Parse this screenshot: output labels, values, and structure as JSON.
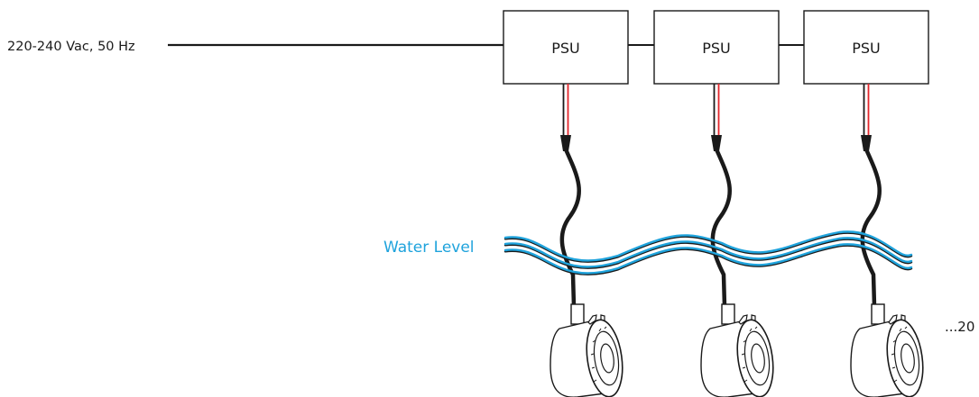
{
  "mains_label": "220-240 Vac, 50 Hz",
  "psu_units": [
    {
      "label": "PSU"
    },
    {
      "label": "PSU"
    },
    {
      "label": "PSU"
    }
  ],
  "water_level_label": "Water Level",
  "count_label": "...20",
  "colors": {
    "line": "#1a1a1a",
    "positive_wire": "#e3262b",
    "water": "#1fa3dc",
    "water_label": "#1fa3dc"
  },
  "icons": [
    "psu-box",
    "cable",
    "water-wave",
    "underwater-light-fixture"
  ]
}
